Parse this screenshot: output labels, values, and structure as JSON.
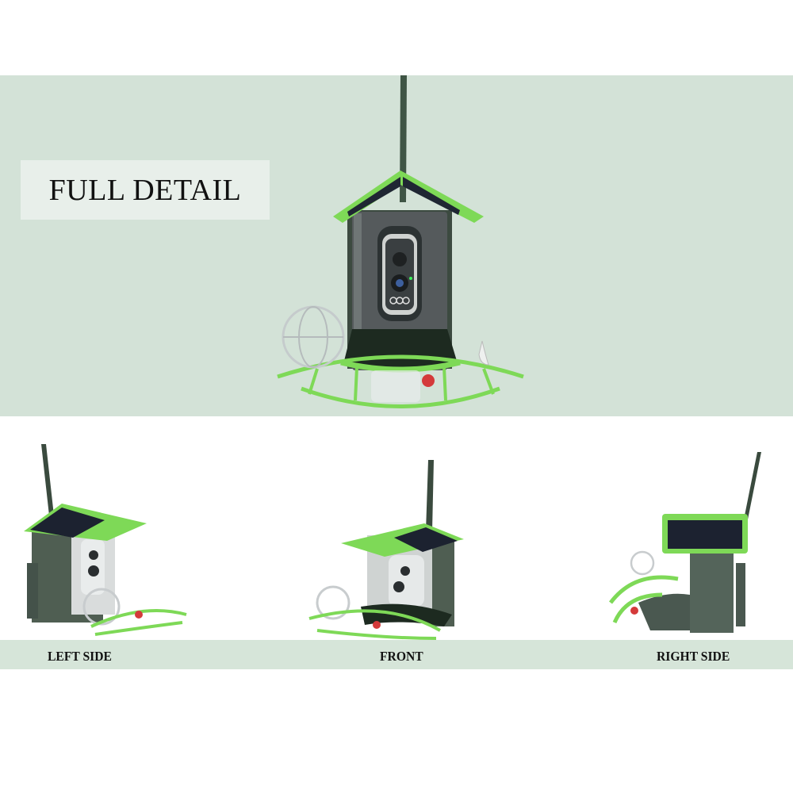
{
  "hero": {
    "title": "FULL DETAIL",
    "background_color": "#d3e2d7"
  },
  "product": {
    "name": "solar bird feeder camera",
    "accent_color": "#7ed957",
    "body_color": "#4f5e52",
    "panel_color": "#1c2230",
    "feeder_port_color": "#d43a3a"
  },
  "views": [
    {
      "label": "LEFT SIDE"
    },
    {
      "label": "FRONT"
    },
    {
      "label": "RIGHT SIDE"
    }
  ],
  "label_bar": {
    "background_color": "#d6e5d9"
  }
}
